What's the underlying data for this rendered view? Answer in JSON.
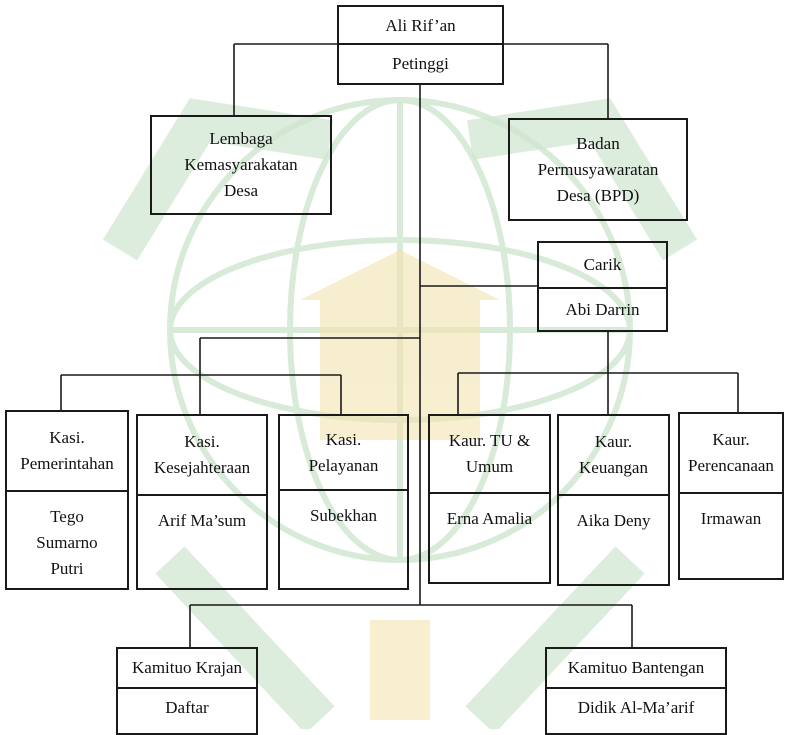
{
  "colors": {
    "line": "#1a1a1a",
    "watermark_green": "#cfe6cf",
    "watermark_gold": "#f3e3b0"
  },
  "petinggi": {
    "name": "Ali Rif’an",
    "role": "Petinggi"
  },
  "lembaga": {
    "label": "Lembaga\nKemasyarakatan\nDesa"
  },
  "bpd": {
    "label": "Badan\nPermusyawaratan\nDesa (BPD)"
  },
  "carik": {
    "role": "Carik",
    "name": "Abi Darrin"
  },
  "kasi_pemerintahan": {
    "role": "Kasi.\nPemerintahan",
    "name": "Tego\nSumarno\nPutri"
  },
  "kasi_kesejahteraan": {
    "role": "Kasi.\nKesejahteraan",
    "name": "Arif Ma’sum"
  },
  "kasi_pelayanan": {
    "role": "Kasi.\nPelayanan",
    "name": "Subekhan"
  },
  "kaur_tu": {
    "role": "Kaur. TU &\nUmum",
    "name": "Erna Amalia"
  },
  "kaur_keuangan": {
    "role": "Kaur.\nKeuangan",
    "name": "Aika Deny"
  },
  "kaur_perencanaan": {
    "role": "Kaur.\nPerencanaan",
    "name": "Irmawan"
  },
  "kamituo_krajan": {
    "role": "Kamituo Krajan",
    "name": "Daftar"
  },
  "kamituo_bantengan": {
    "role": "Kamituo Bantengan",
    "name": "Didik Al-Ma’arif"
  }
}
